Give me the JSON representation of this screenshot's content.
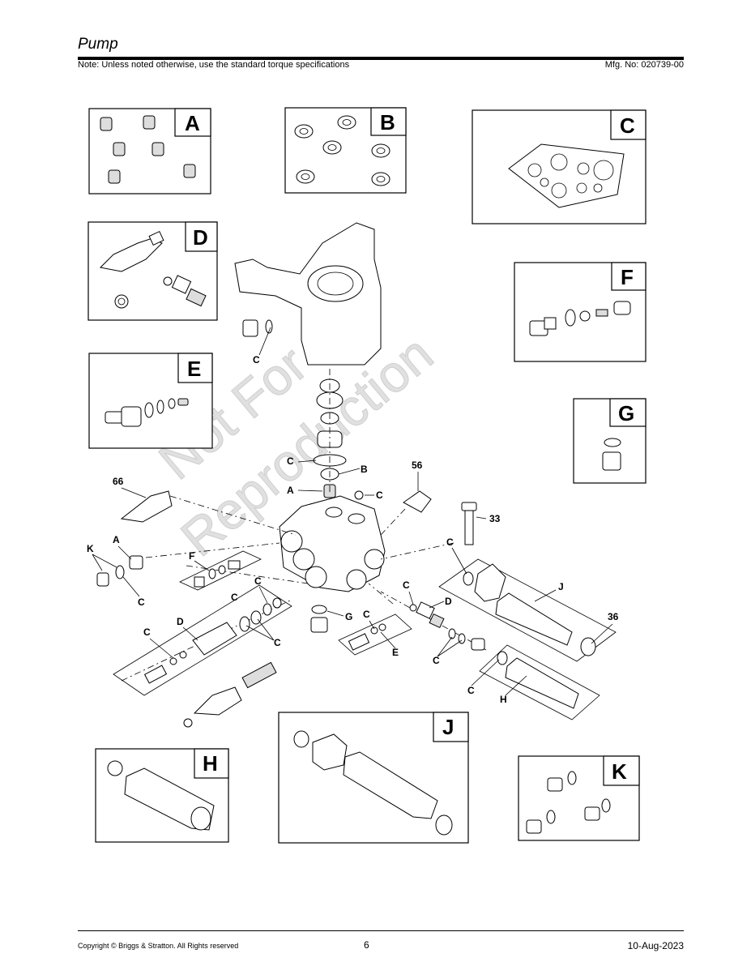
{
  "header": {
    "title": "Pump",
    "note": "Note: Unless noted otherwise, use the standard torque specifications",
    "mfg": "Mfg. No: 020739-00"
  },
  "watermark": {
    "line1": "Not For",
    "line2": "Reproduction"
  },
  "kit_boxes": {
    "A": "A",
    "B": "B",
    "C": "C",
    "D": "D",
    "E": "E",
    "F": "F",
    "G": "G",
    "H": "H",
    "J": "J",
    "K": "K"
  },
  "callouts": {
    "c_housing": "C",
    "c_stack": "C",
    "b_stack": "B",
    "a_stack": "A",
    "c_ball": "C",
    "n56": "56",
    "n66": "66",
    "n33": "33",
    "k_left": "K",
    "a_left": "A",
    "c_left": "C",
    "f_mid": "F",
    "c_mid1": "C",
    "c_mid2": "C",
    "d_left": "D",
    "c_left2": "C",
    "c_left3": "C",
    "g_mid": "G",
    "c_mid3": "C",
    "e_mid": "E",
    "c_right1": "C",
    "d_right": "D",
    "c_right2": "C",
    "c_right3": "C",
    "c_right_top": "C",
    "j_right": "J",
    "n36": "36",
    "h_right": "H"
  },
  "footer": {
    "copyright": "Copyright ©  Briggs & Stratton. All Rights reserved",
    "page": "6",
    "date": "10-Aug-2023"
  }
}
